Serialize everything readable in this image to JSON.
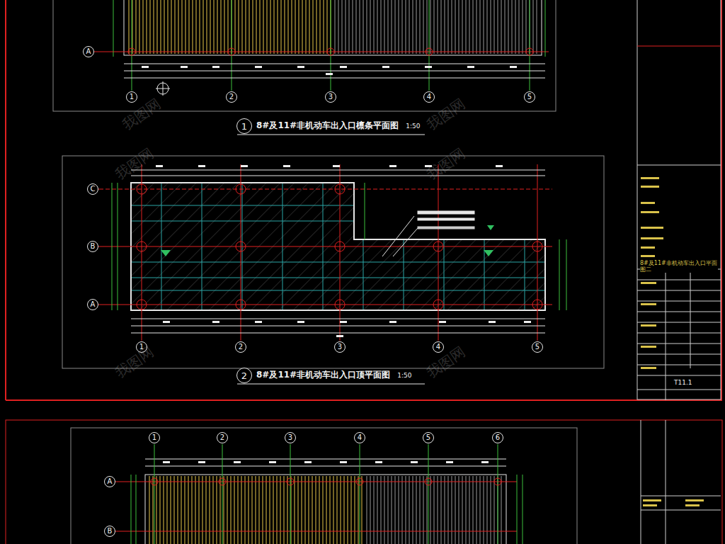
{
  "diagram": {
    "nodes": [
      {
        "text": [
          "A"
        ]
      },
      {
        "text": [
          "1"
        ]
      },
      {
        "text": [
          "2"
        ]
      },
      {
        "text": [
          "3"
        ]
      },
      {
        "text": [
          "4"
        ]
      },
      {
        "text": [
          "5"
        ]
      },
      {
        "text": [
          "1"
        ]
      },
      {
        "text": [
          "C"
        ]
      },
      {
        "text": [
          "B"
        ]
      },
      {
        "text": [
          "A"
        ]
      },
      {
        "text": [
          "1"
        ]
      },
      {
        "text": [
          "2"
        ]
      },
      {
        "text": [
          "3"
        ]
      },
      {
        "text": [
          "4"
        ]
      },
      {
        "text": [
          "5"
        ]
      },
      {
        "text": [
          "2"
        ]
      },
      {
        "text": [
          "1"
        ]
      },
      {
        "text": [
          "2"
        ]
      },
      {
        "text": [
          "3"
        ]
      },
      {
        "text": [
          "4"
        ]
      },
      {
        "text": [
          "5"
        ]
      },
      {
        "text": [
          "6"
        ]
      },
      {
        "text": [
          "A"
        ]
      },
      {
        "text": [
          "B"
        ]
      }
    ],
    "labels": [
      "8#及11#非机动车出入口檩条平面图",
      "1:50",
      "8#及11#非机动车出入口顶平面图",
      "1:50",
      "T11.1",
      "8#及11#非机动车出入口平面图二",
      "我图网",
      "我图网",
      "我图网",
      "我图网",
      "我图网",
      "我图网"
    ]
  }
}
